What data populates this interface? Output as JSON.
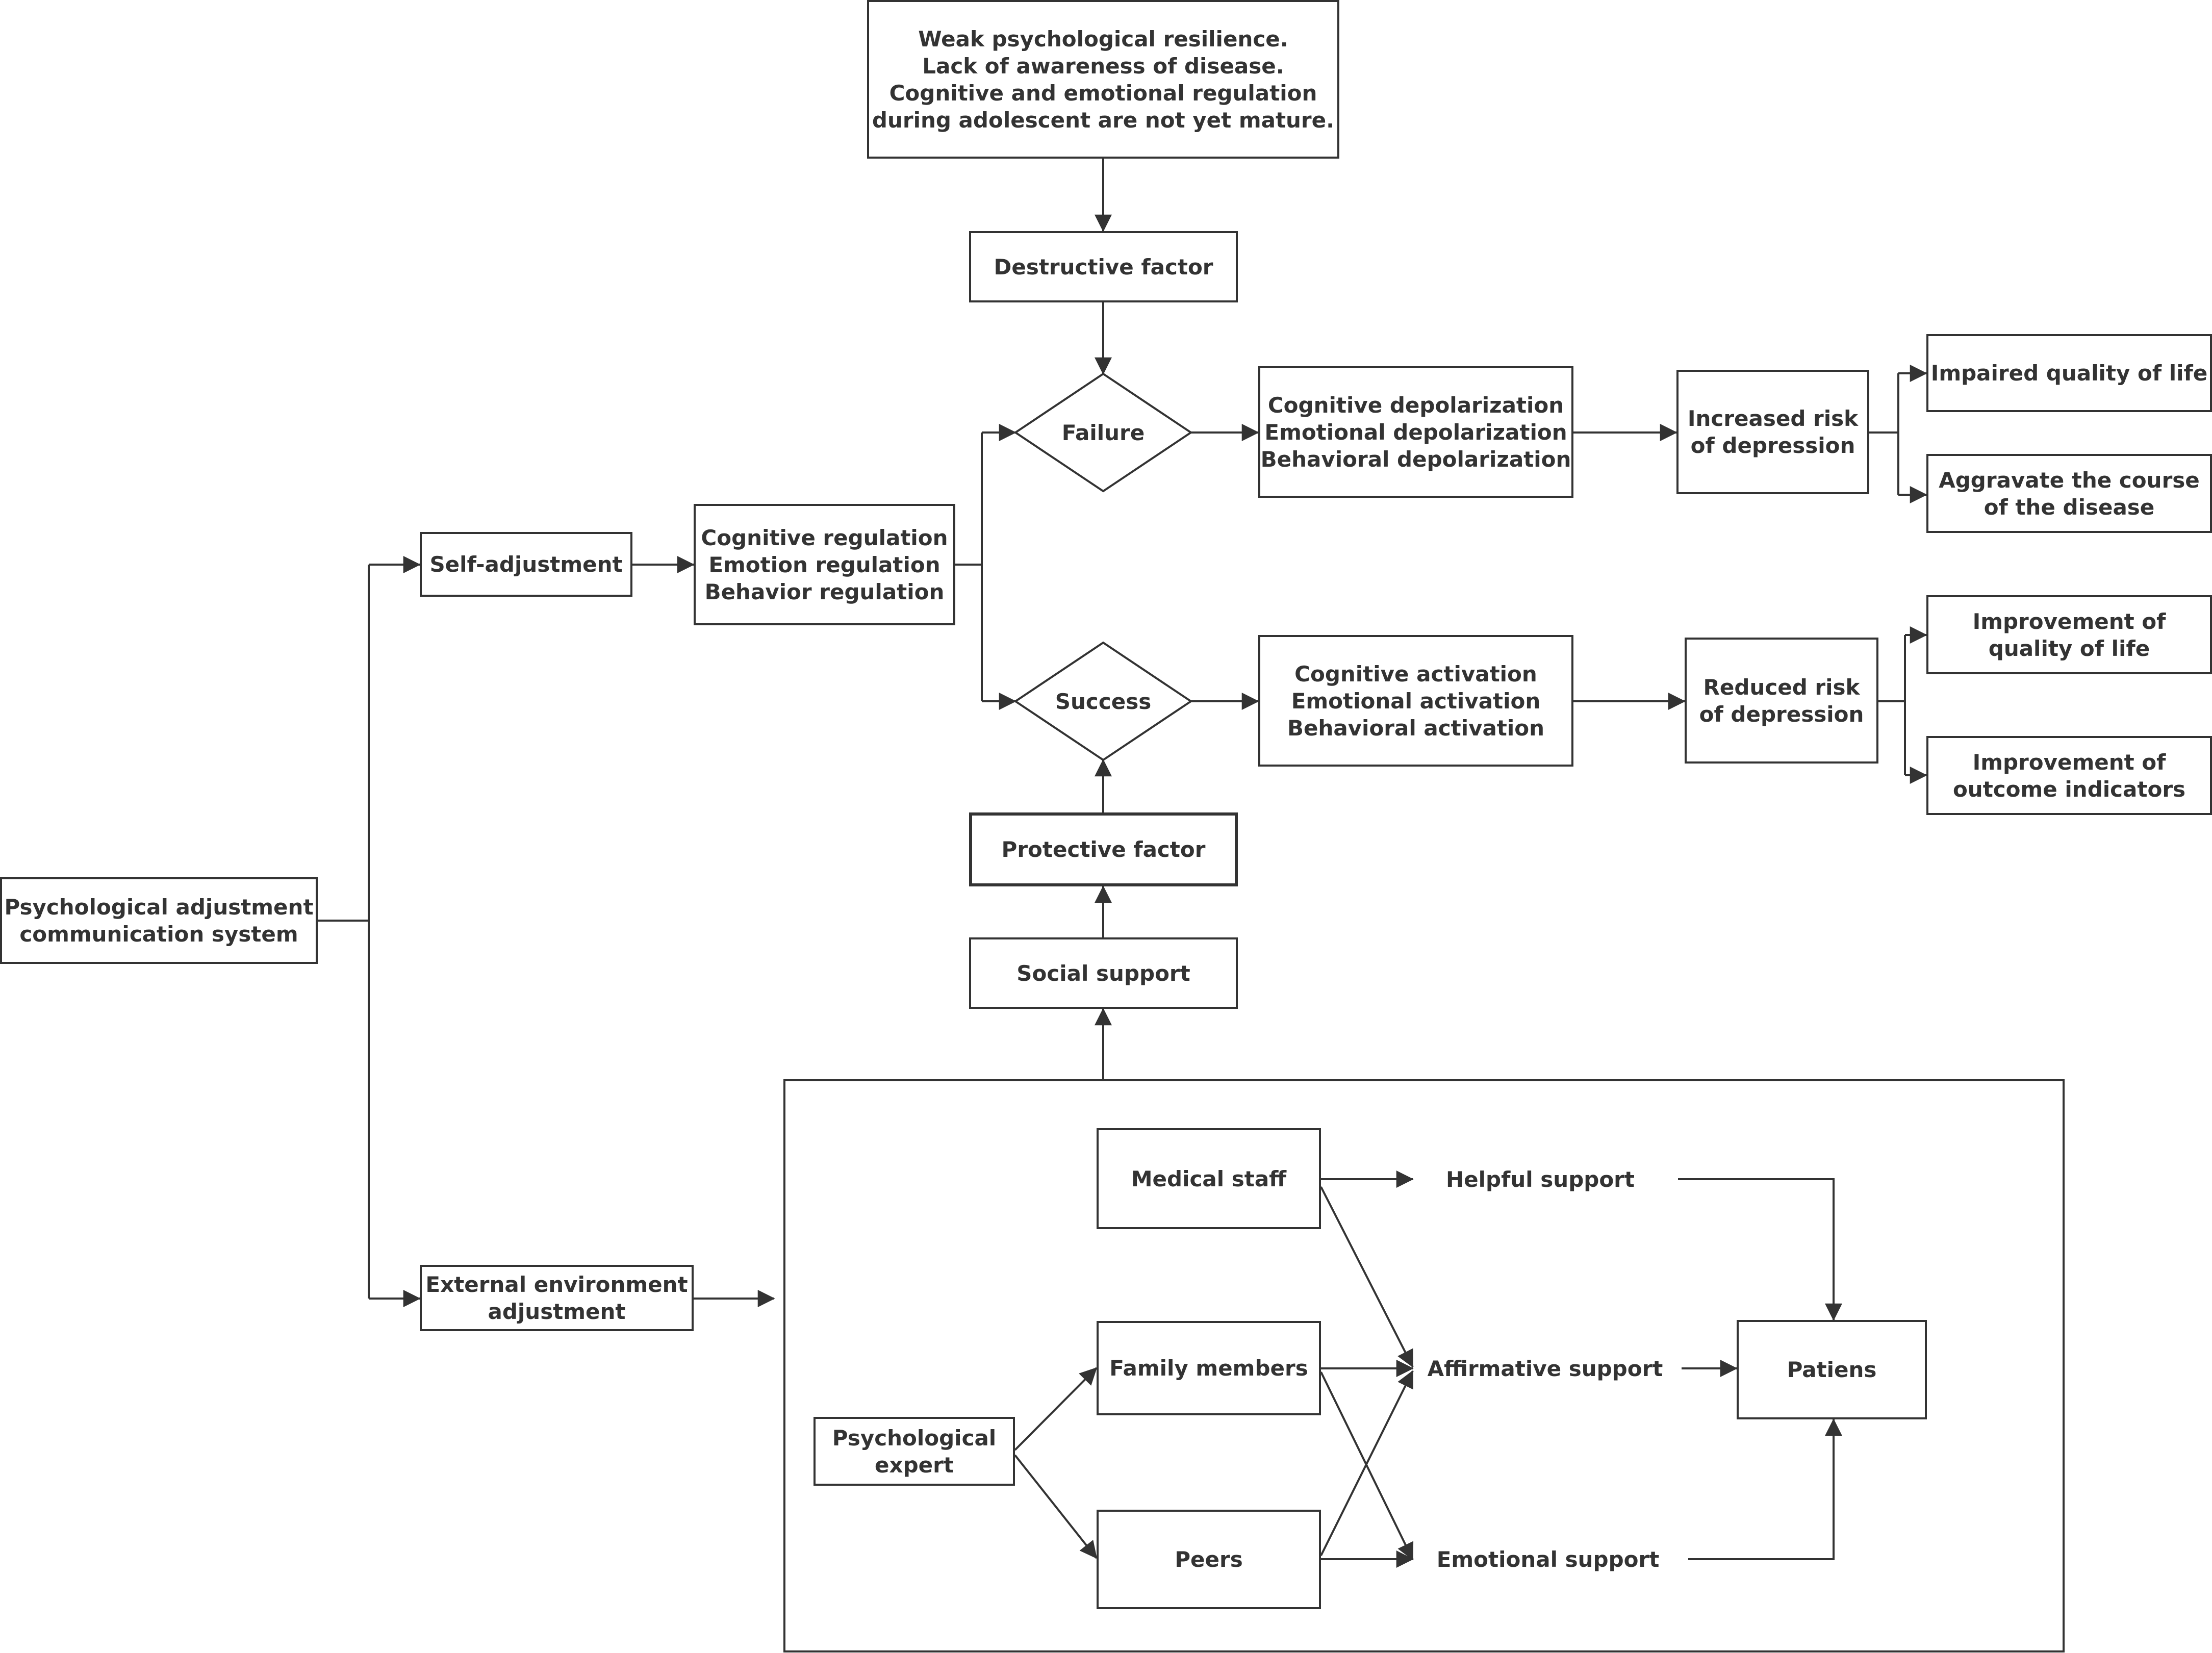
{
  "nodes": {
    "weak_resilience": "Weak psychological resilience.\nLack of awareness of disease.\nCognitive and emotional regulation\nduring adolescent are not yet mature.",
    "destructive_factor": "Destructive factor",
    "failure": "Failure",
    "success": "Success",
    "depolarization": "Cognitive depolarization\nEmotional depolarization\nBehavioral depolarization",
    "increased_risk": "Increased risk\nof depression",
    "impaired_quality": "Impaired quality of life",
    "aggravate_course": "Aggravate the course\nof the disease",
    "self_adjustment": "Self-adjustment",
    "regulation": "Cognitive regulation\nEmotion regulation\nBehavior regulation",
    "activation": "Cognitive activation\nEmotional activation\nBehavioral activation",
    "reduced_risk": "Reduced risk\nof depression",
    "improvement_quality": "Improvement of\nquality of life",
    "improvement_outcome": "Improvement of\noutcome indicators",
    "protective_factor": "Protective factor",
    "social_support": "Social support",
    "system": "Psychological adjustment\ncommunication system",
    "external_adjustment": "External environment\nadjustment",
    "medical_staff": "Medical staff",
    "helpful_support": "Helpful support",
    "family_members": "Family members",
    "affirmative_support": "Affirmative support",
    "patients": "Patiens",
    "psych_expert": "Psychological\nexpert",
    "peers": "Peers",
    "emotional_support": "Emotional support"
  },
  "colors": {
    "stroke": "#333333",
    "background": "#ffffff"
  }
}
